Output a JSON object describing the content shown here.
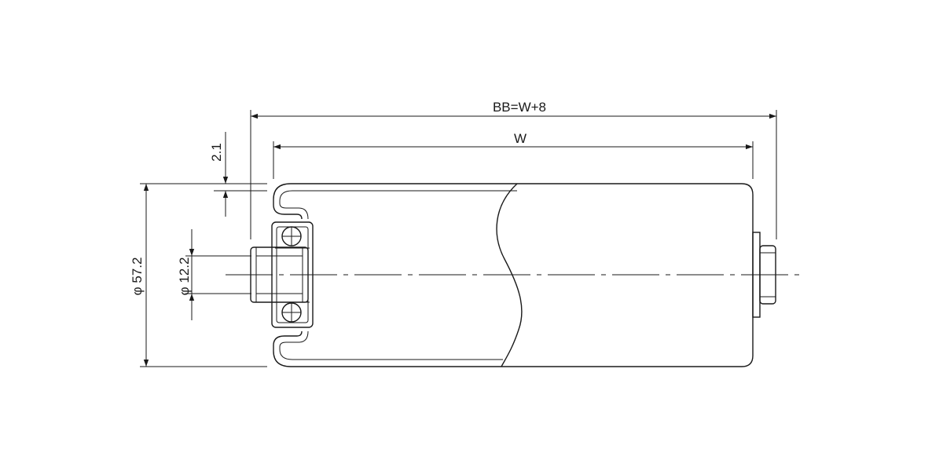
{
  "dimensions": {
    "overall_width": "BB=W+8",
    "roller_width": "W",
    "wall_thickness": "2.1",
    "shaft_diameter": "φ 12.2",
    "roller_diameter": "φ 57.2"
  }
}
